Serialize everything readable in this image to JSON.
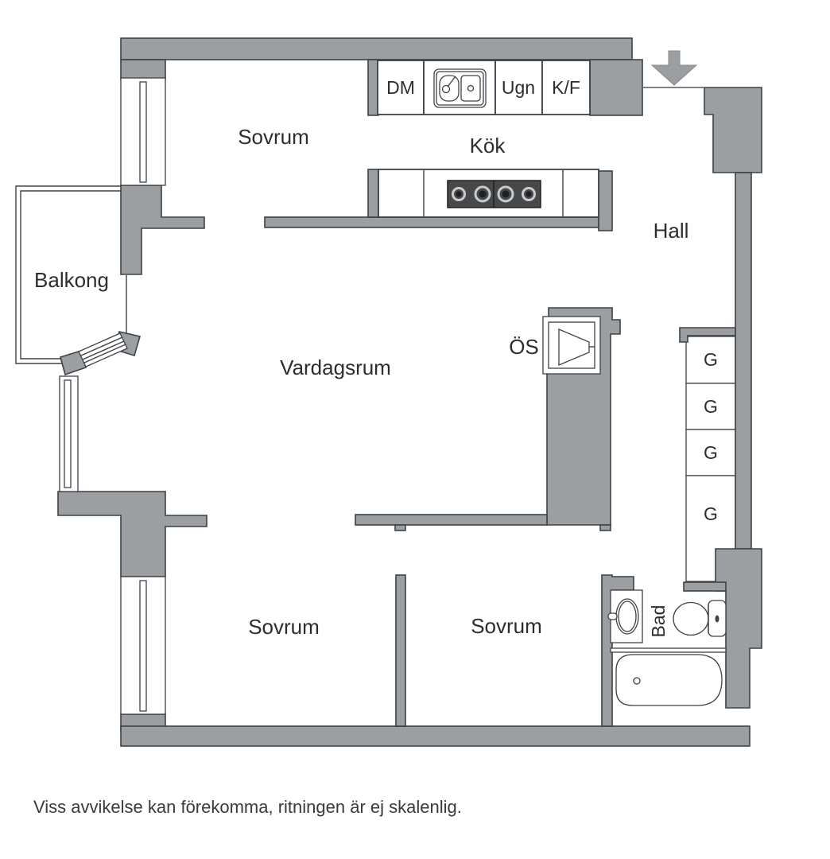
{
  "rooms": {
    "bedroom_top": "Sovrum",
    "kitchen": "Kök",
    "hall": "Hall",
    "balcony": "Balkong",
    "living_room": "Vardagsrum",
    "bedroom_bottom_left": "Sovrum",
    "bedroom_bottom_right": "Sovrum",
    "bathroom": "Bad",
    "fireplace": "ÖS"
  },
  "appliances": {
    "dishwasher": "DM",
    "oven": "Ugn",
    "fridge_freezer": "K/F"
  },
  "closets": [
    "G",
    "G",
    "G",
    "G"
  ],
  "caption": "Viss avvikelse kan förekomma, ritningen är ej skalenlig.",
  "colors": {
    "bg": "#ffffff",
    "wall": "#9b9fa2",
    "outline": "#3e4146",
    "text": "#2d2d2d",
    "caption": "#3a3a3a",
    "stove": "#47484a",
    "stove_ring": "#c9cbcd",
    "stove_center": "#1f2022"
  }
}
